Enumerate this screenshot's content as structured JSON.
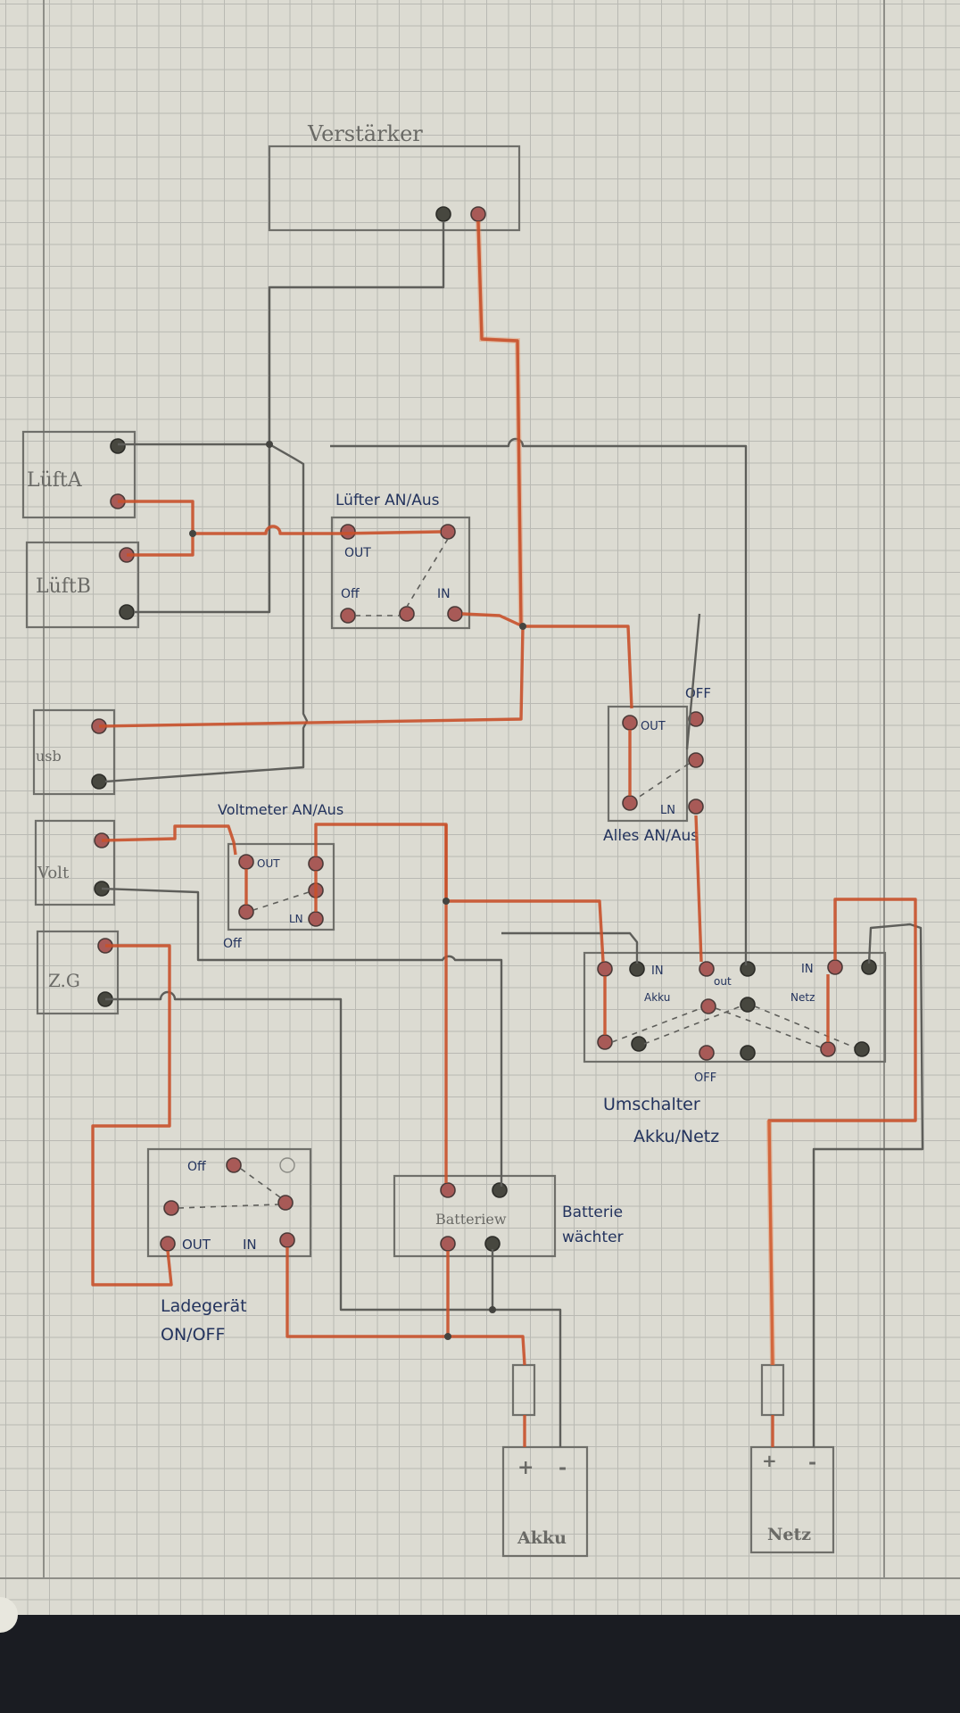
{
  "labels": {
    "amplifier": "Verstärker",
    "speaker_a": "LüftA",
    "speaker_b": "LüftB",
    "fan_switch": "Lüfter AN/Aus",
    "usb": "usb",
    "main_switch": "Alles AN/Aus",
    "voltmeter_switch": "Voltmeter AN/Aus",
    "volt": "Volt",
    "cig": "Z.G",
    "changeover": "Umschalter",
    "changeover_2": "Akku/Netz",
    "charger_switch": "Ladegerät",
    "charger_switch_2": "ON/OFF",
    "battery_guard_box": "Batteriew",
    "battery_guard": "Batterie",
    "battery_guard_2": "wächter",
    "battery": "Akku",
    "mains": "Netz",
    "plus": "+",
    "minus": "-"
  },
  "switch_terms": {
    "out": "OUT",
    "off": "Off",
    "in": "IN",
    "off_caps": "OFF",
    "in_akku": "Akku",
    "in_netz": "Netz",
    "out_short": "out",
    "in_lower": "LN"
  },
  "colors": {
    "pencil": "#5e5e5a",
    "red_wire": "#c8502a",
    "ink": "#23335d",
    "paper": "#dcdbd2"
  }
}
